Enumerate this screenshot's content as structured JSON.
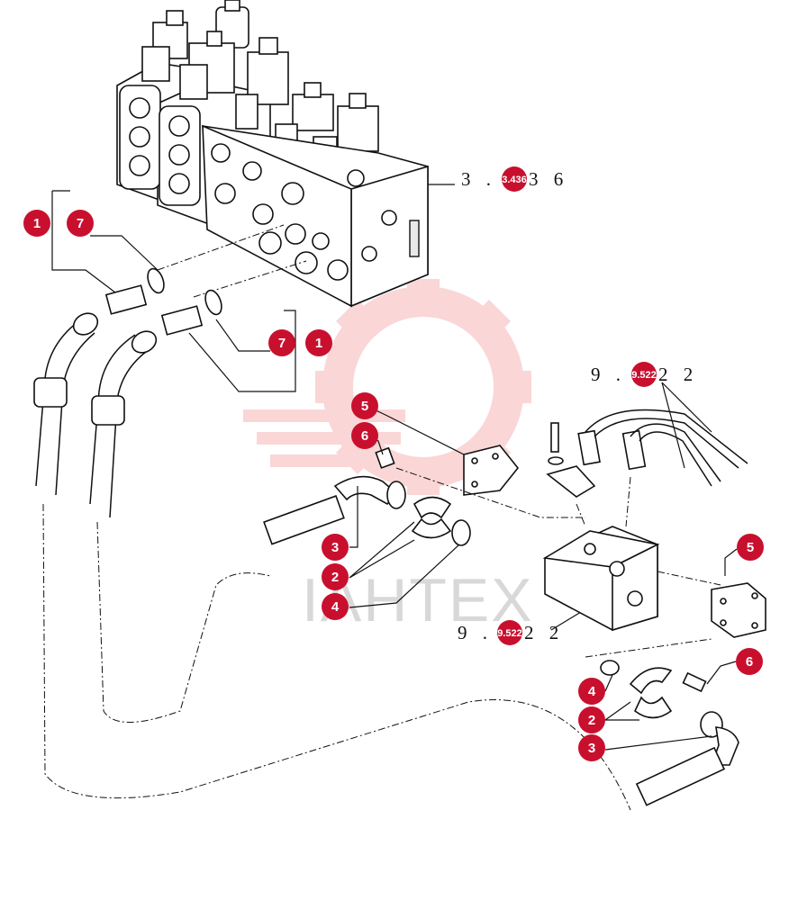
{
  "watermark": {
    "text": "IAHTEX",
    "color": "#f28c8c"
  },
  "references": [
    {
      "id": "ref-main-valve",
      "prefix": "3 .",
      "badge": "3.436",
      "suffix": "3 6"
    },
    {
      "id": "ref-hoses",
      "prefix": "9 .",
      "badge": "9.522",
      "suffix": "2 2"
    },
    {
      "id": "ref-block",
      "prefix": "9 .",
      "badge": "9.522",
      "suffix": "2 2"
    }
  ],
  "callouts": [
    {
      "id": "c1a",
      "label": "1"
    },
    {
      "id": "c7a",
      "label": "7"
    },
    {
      "id": "c7b",
      "label": "7"
    },
    {
      "id": "c1b",
      "label": "1"
    },
    {
      "id": "c5a",
      "label": "5"
    },
    {
      "id": "c6a",
      "label": "6"
    },
    {
      "id": "c3a",
      "label": "3"
    },
    {
      "id": "c2a",
      "label": "2"
    },
    {
      "id": "c4a",
      "label": "4"
    },
    {
      "id": "c5b",
      "label": "5"
    },
    {
      "id": "c6b",
      "label": "6"
    },
    {
      "id": "c4b",
      "label": "4"
    },
    {
      "id": "c2b",
      "label": "2"
    },
    {
      "id": "c3b",
      "label": "3"
    }
  ],
  "colors": {
    "callout": "#c8102e",
    "line": "#111111"
  }
}
